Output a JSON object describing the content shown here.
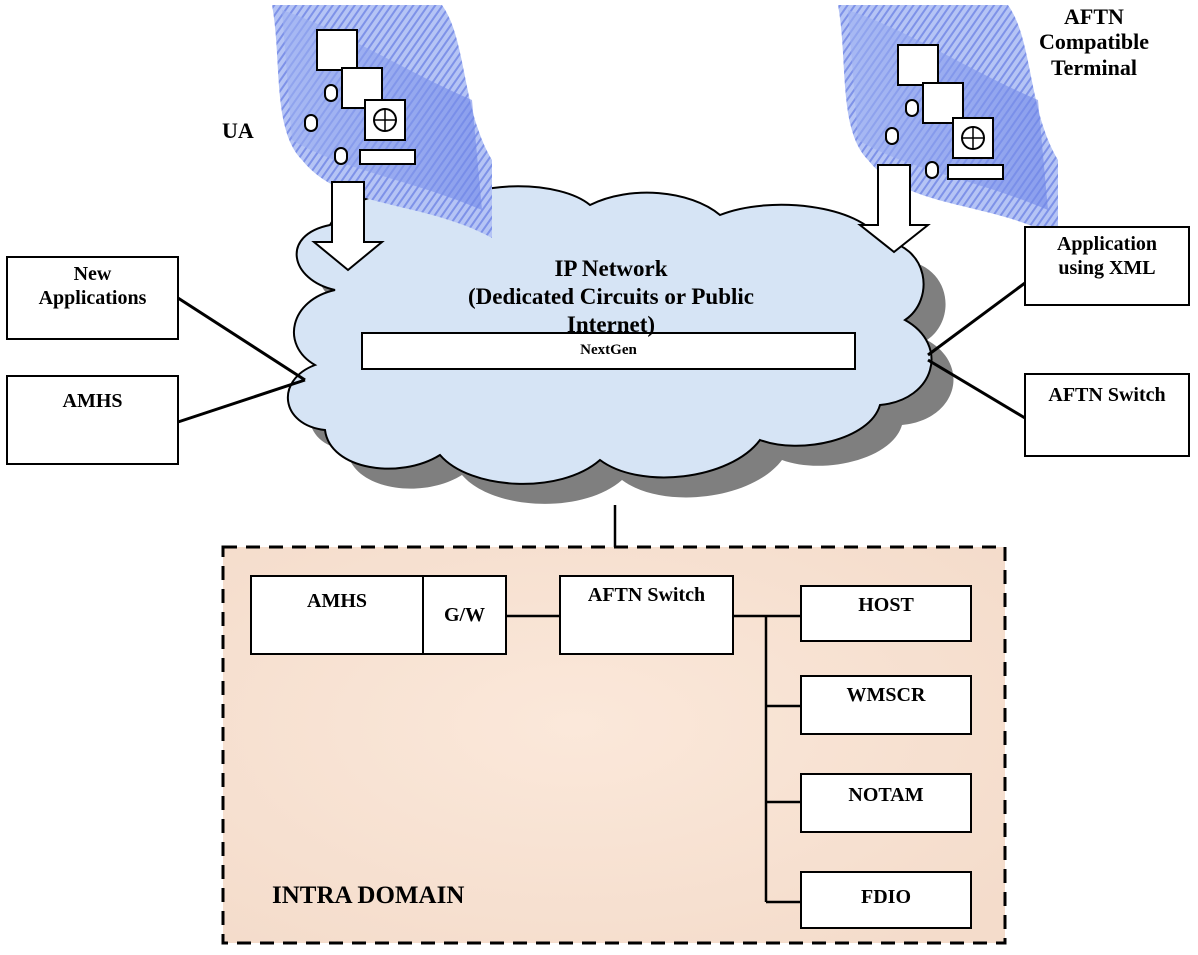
{
  "terminals": {
    "ua_label": "UA",
    "aftn_terminal_lines": [
      "AFTN",
      "Compatible",
      "Terminal"
    ]
  },
  "cloud": {
    "title_lines": [
      "IP Network",
      "(Dedicated Circuits or Public",
      "Internet)"
    ],
    "bar_label": "NextGen",
    "fill_color": "#d6e4f5",
    "shadow_color": "#7f7f7f"
  },
  "left_nodes": {
    "new_applications_lines": [
      "New",
      "Applications"
    ],
    "amhs": "AMHS"
  },
  "right_nodes": {
    "application_xml_lines": [
      "Application",
      "using XML"
    ],
    "aftn_switch": "AFTN Switch"
  },
  "intra_domain": {
    "label": "INTRA DOMAIN",
    "fill_color": "#f7e2d2",
    "amhs": "AMHS",
    "gateway": "G/W",
    "aftn_switch": "AFTN Switch",
    "systems": [
      "HOST",
      "WMSCR",
      "NOTAM",
      "FDIO"
    ]
  }
}
